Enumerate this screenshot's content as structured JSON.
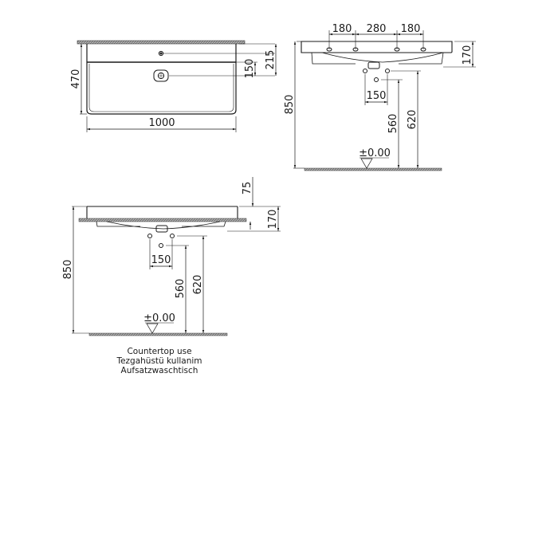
{
  "diagram": {
    "type": "technical_drawing",
    "subject": "Countertop washbasin dimension drawing",
    "units": "mm",
    "colors": {
      "line": "#1a1a1a",
      "hatch": "#8a8a8a",
      "background": "#ffffff"
    }
  },
  "top_view": {
    "width_label": "1000",
    "depth_label": "470",
    "tap_hole_offset_label": "215",
    "waste_offset_label": "150"
  },
  "front_view": {
    "tap_spacing_labels": [
      "180",
      "280",
      "180"
    ],
    "basin_height_label": "170",
    "overall_height_label": "850",
    "supply_spacing_label": "150",
    "waste_height_label": "560",
    "supply_height_label": "620",
    "floor_level_label": "±0.00"
  },
  "countertop_view": {
    "above_counter_label": "75",
    "basin_height_label": "170",
    "overall_height_label": "850",
    "supply_spacing_label": "150",
    "waste_height_label": "560",
    "supply_height_label": "620",
    "floor_level_label": "±0.00"
  },
  "caption": {
    "lines": [
      "Countertop  use",
      "Tezgahüstü  kullanim",
      "Aufsatzwaschtisch"
    ]
  }
}
